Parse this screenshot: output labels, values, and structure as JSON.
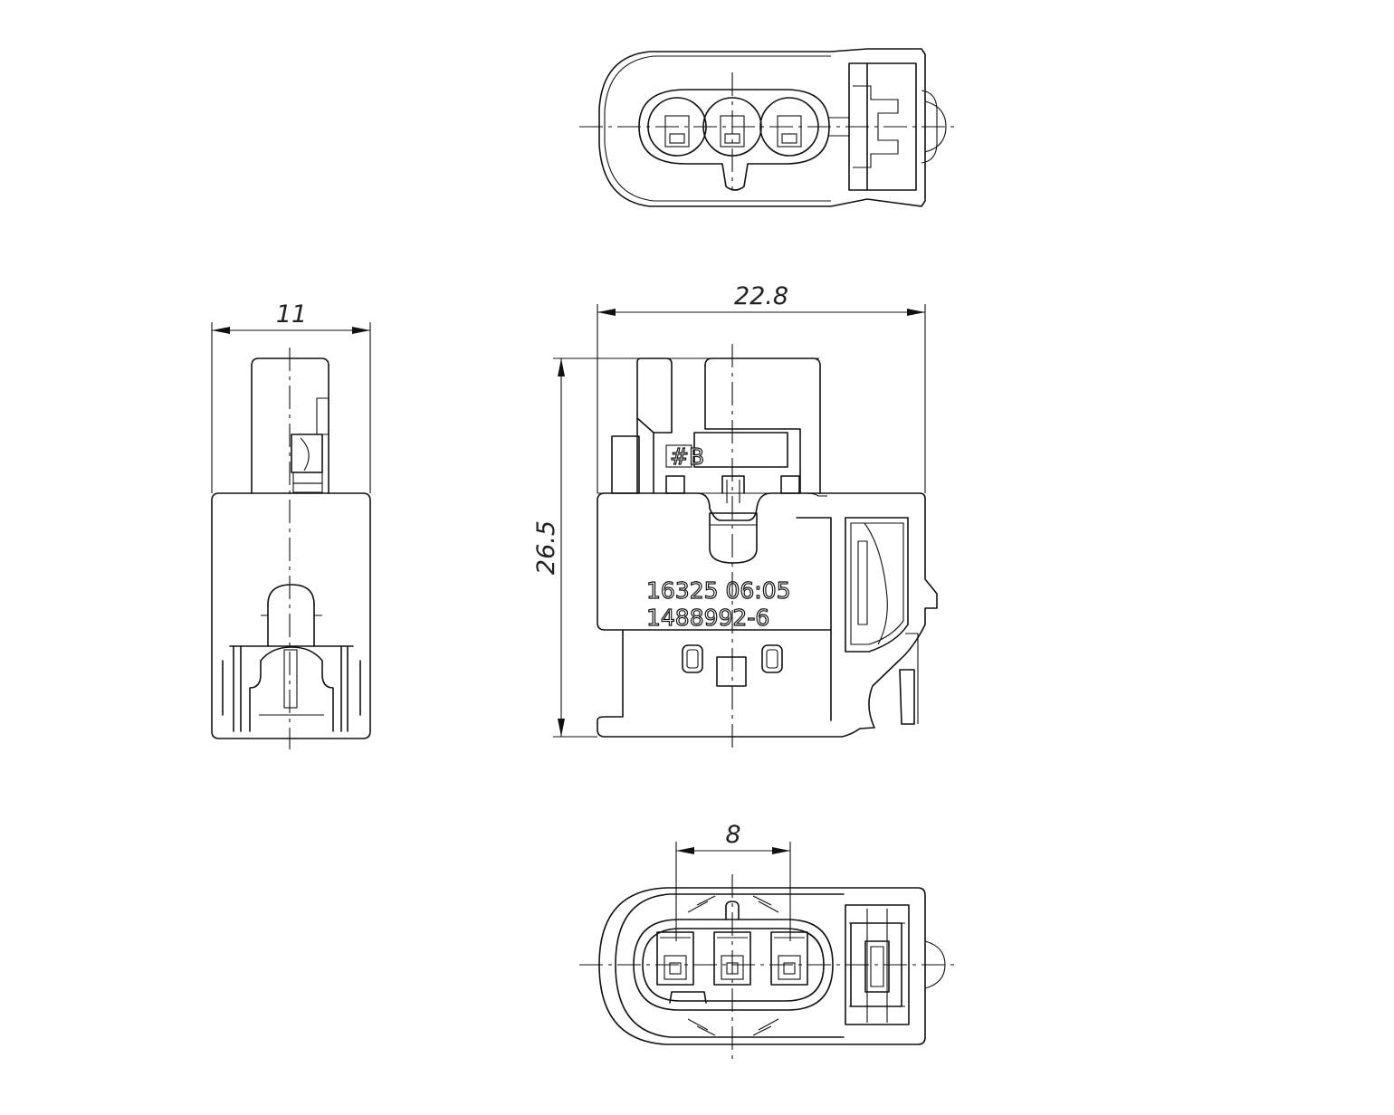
{
  "dimensions": {
    "side_width": "11",
    "front_width": "22.8",
    "front_height": "26.5",
    "pin_pitch": "8"
  },
  "markings": {
    "code_line": "16325  06:05",
    "part_number": "1488992-6"
  }
}
